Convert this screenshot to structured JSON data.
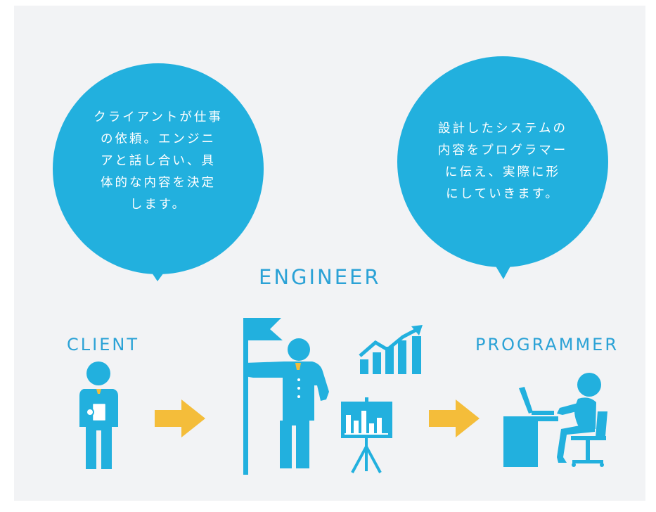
{
  "colors": {
    "background": "#f2f3f5",
    "bubble": "#22b0de",
    "figure": "#22b0de",
    "arrow": "#f4bd3a",
    "label": "#2ba2d6"
  },
  "bubbles": {
    "left": {
      "lines": [
        "クライアントが仕事",
        "の依頼。エンジニ",
        "アと話し合い、具",
        "体的な内容を決定",
        "します。"
      ]
    },
    "right": {
      "lines": [
        "設計したシステムの",
        "内容をプログラマー",
        "に伝え、実際に形",
        "にしていきます。"
      ]
    }
  },
  "labels": {
    "engineer": "ENGINEER",
    "client": "CLIENT",
    "programmer": "PROGRAMMER"
  },
  "icons": {
    "client": "client-person-icon",
    "engineer": "engineer-with-flag-icon",
    "growth_chart": "growth-bar-chart-icon",
    "presentation_board": "presentation-board-icon",
    "programmer": "programmer-at-desk-icon",
    "arrow": "right-arrow-icon"
  }
}
